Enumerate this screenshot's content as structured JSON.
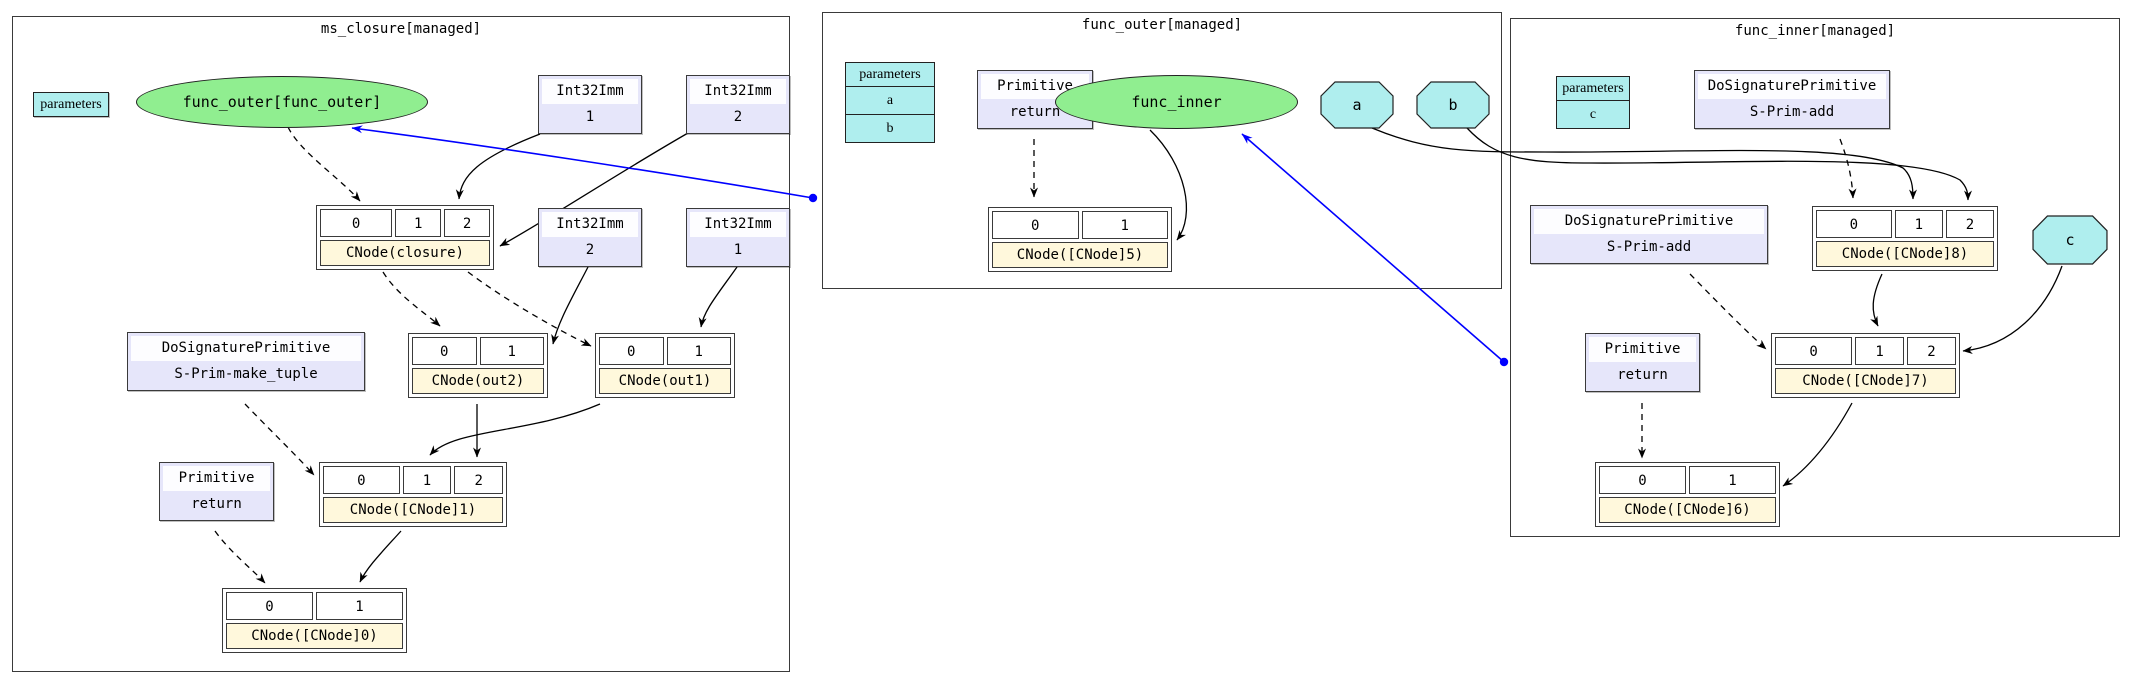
{
  "clusters": {
    "ms_closure": {
      "title": "ms_closure[managed]"
    },
    "func_outer": {
      "title": "func_outer[managed]"
    },
    "func_inner": {
      "title": "func_inner[managed]"
    }
  },
  "nodes": {
    "params_ms": {
      "label": "parameters"
    },
    "ellipse_func_outer": {
      "label": "func_outer[func_outer]"
    },
    "imm1": {
      "type": "Int32Imm",
      "value": "1"
    },
    "imm2": {
      "type": "Int32Imm",
      "value": "2"
    },
    "imm2b": {
      "type": "Int32Imm",
      "value": "2"
    },
    "imm1b": {
      "type": "Int32Imm",
      "value": "1"
    },
    "cnode_closure": {
      "cells": [
        "0",
        "1",
        "2"
      ],
      "label": "CNode(closure)"
    },
    "make_tuple": {
      "type": "DoSignaturePrimitive",
      "name": "S-Prim-make_tuple"
    },
    "cnode_out2": {
      "cells": [
        "0",
        "1"
      ],
      "label": "CNode(out2)"
    },
    "cnode_out1": {
      "cells": [
        "0",
        "1"
      ],
      "label": "CNode(out1)"
    },
    "return_ms": {
      "type": "Primitive",
      "name": "return"
    },
    "cnode1": {
      "cells": [
        "0",
        "1",
        "2"
      ],
      "label": "CNode([CNode]1)"
    },
    "cnode0": {
      "cells": [
        "0",
        "1"
      ],
      "label": "CNode([CNode]0)"
    },
    "params_outer": {
      "header": "parameters",
      "rows": [
        "a",
        "b"
      ]
    },
    "return_outer": {
      "type": "Primitive",
      "name": "return"
    },
    "ellipse_func_inner": {
      "label": "func_inner"
    },
    "oct_a": {
      "label": "a"
    },
    "oct_b": {
      "label": "b"
    },
    "cnode5": {
      "cells": [
        "0",
        "1"
      ],
      "label": "CNode([CNode]5)"
    },
    "params_inner": {
      "header": "parameters",
      "rows": [
        "c"
      ]
    },
    "add_top": {
      "type": "DoSignaturePrimitive",
      "name": "S-Prim-add"
    },
    "add_mid": {
      "type": "DoSignaturePrimitive",
      "name": "S-Prim-add"
    },
    "cnode8": {
      "cells": [
        "0",
        "1",
        "2"
      ],
      "label": "CNode([CNode]8)"
    },
    "oct_c": {
      "label": "c"
    },
    "return_inner": {
      "type": "Primitive",
      "name": "return"
    },
    "cnode7": {
      "cells": [
        "0",
        "1",
        "2"
      ],
      "label": "CNode([CNode]7)"
    },
    "cnode6": {
      "cells": [
        "0",
        "1"
      ],
      "label": "CNode([CNode]6)"
    }
  },
  "edges": [
    {
      "from": "func_outer[func_outer]",
      "to": "CNode(closure):0",
      "style": "dashed",
      "color": "black"
    },
    {
      "from": "Int32Imm 1",
      "to": "CNode(closure):1",
      "style": "solid",
      "color": "black"
    },
    {
      "from": "Int32Imm 2",
      "to": "CNode(closure):2",
      "style": "solid",
      "color": "black"
    },
    {
      "from": "CNode(closure)",
      "to": "CNode(out2):0",
      "style": "dashed",
      "color": "black"
    },
    {
      "from": "CNode(closure)",
      "to": "CNode(out1):0",
      "style": "dashed",
      "color": "black"
    },
    {
      "from": "Int32Imm 2 (second)",
      "to": "CNode(out2):1",
      "style": "solid",
      "color": "black"
    },
    {
      "from": "Int32Imm 1 (second)",
      "to": "CNode(out1):1",
      "style": "solid",
      "color": "black"
    },
    {
      "from": "S-Prim-make_tuple",
      "to": "CNode([CNode]1):0",
      "style": "dashed",
      "color": "black"
    },
    {
      "from": "CNode(out1)",
      "to": "CNode([CNode]1):1",
      "style": "solid",
      "color": "black"
    },
    {
      "from": "CNode(out2)",
      "to": "CNode([CNode]1):2",
      "style": "solid",
      "color": "black"
    },
    {
      "from": "Primitive return (ms_closure)",
      "to": "CNode([CNode]0):0",
      "style": "dashed",
      "color": "black"
    },
    {
      "from": "CNode([CNode]1)",
      "to": "CNode([CNode]0):1",
      "style": "solid",
      "color": "black"
    },
    {
      "from": "func_outer cluster",
      "to": "func_outer[func_outer]",
      "style": "solid",
      "color": "blue"
    },
    {
      "from": "Primitive return (func_outer)",
      "to": "CNode([CNode]5):0",
      "style": "dashed",
      "color": "black"
    },
    {
      "from": "func_inner",
      "to": "CNode([CNode]5):1",
      "style": "solid",
      "color": "black"
    },
    {
      "from": "func_inner cluster",
      "to": "func_inner",
      "style": "solid",
      "color": "blue"
    },
    {
      "from": "a",
      "to": "CNode([CNode]8):1",
      "style": "solid",
      "color": "black"
    },
    {
      "from": "b",
      "to": "CNode([CNode]8):2",
      "style": "solid",
      "color": "black"
    },
    {
      "from": "S-Prim-add (top)",
      "to": "CNode([CNode]8):0",
      "style": "dashed",
      "color": "black"
    },
    {
      "from": "S-Prim-add (middle)",
      "to": "CNode([CNode]7):0",
      "style": "dashed",
      "color": "black"
    },
    {
      "from": "CNode([CNode]8)",
      "to": "CNode([CNode]7):1",
      "style": "solid",
      "color": "black"
    },
    {
      "from": "c",
      "to": "CNode([CNode]7):2",
      "style": "solid",
      "color": "black"
    },
    {
      "from": "Primitive return (func_inner)",
      "to": "CNode([CNode]6):0",
      "style": "dashed",
      "color": "black"
    },
    {
      "from": "CNode([CNode]7)",
      "to": "CNode([CNode]6):1",
      "style": "solid",
      "color": "black"
    }
  ],
  "colors": {
    "graph_fill": "#90EE90",
    "parameter_fill": "#AFEEEE",
    "value_fill": "#E6E6FA",
    "cnode_label_fill": "#FFF8DC",
    "free_variable_edge": "#0000FF",
    "edge": "#000000"
  }
}
